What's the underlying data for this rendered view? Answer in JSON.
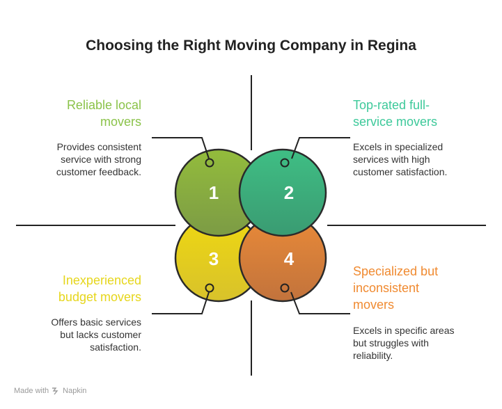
{
  "title": "Choosing the Right Moving Company in Regina",
  "quadrants": [
    {
      "number": "1",
      "title_lines": [
        "Reliable local",
        "movers"
      ],
      "desc_lines": [
        "Provides consistent",
        "service with strong",
        "customer feedback."
      ],
      "color": "#8bc34a",
      "circle_color": "#8aab3e"
    },
    {
      "number": "2",
      "title_lines": [
        "Top-rated full-",
        "service movers"
      ],
      "desc_lines": [
        "Excels in specialized",
        "services with high",
        "customer satisfaction."
      ],
      "color": "#3dc99a",
      "circle_color": "#3fae7c"
    },
    {
      "number": "3",
      "title_lines": [
        "Inexperienced",
        "budget movers"
      ],
      "desc_lines": [
        "Offers basic services",
        "but lacks customer",
        "satisfaction."
      ],
      "color": "#e6d61c",
      "circle_color": "#e4cf1e"
    },
    {
      "number": "4",
      "title_lines": [
        "Specialized but",
        "inconsistent",
        "movers"
      ],
      "desc_lines": [
        "Excels in specific areas",
        "but struggles with",
        "reliability."
      ],
      "color": "#f08a30",
      "circle_color": "#d6813a"
    }
  ],
  "footer": {
    "made_with": "Made with",
    "brand": "Napkin"
  }
}
